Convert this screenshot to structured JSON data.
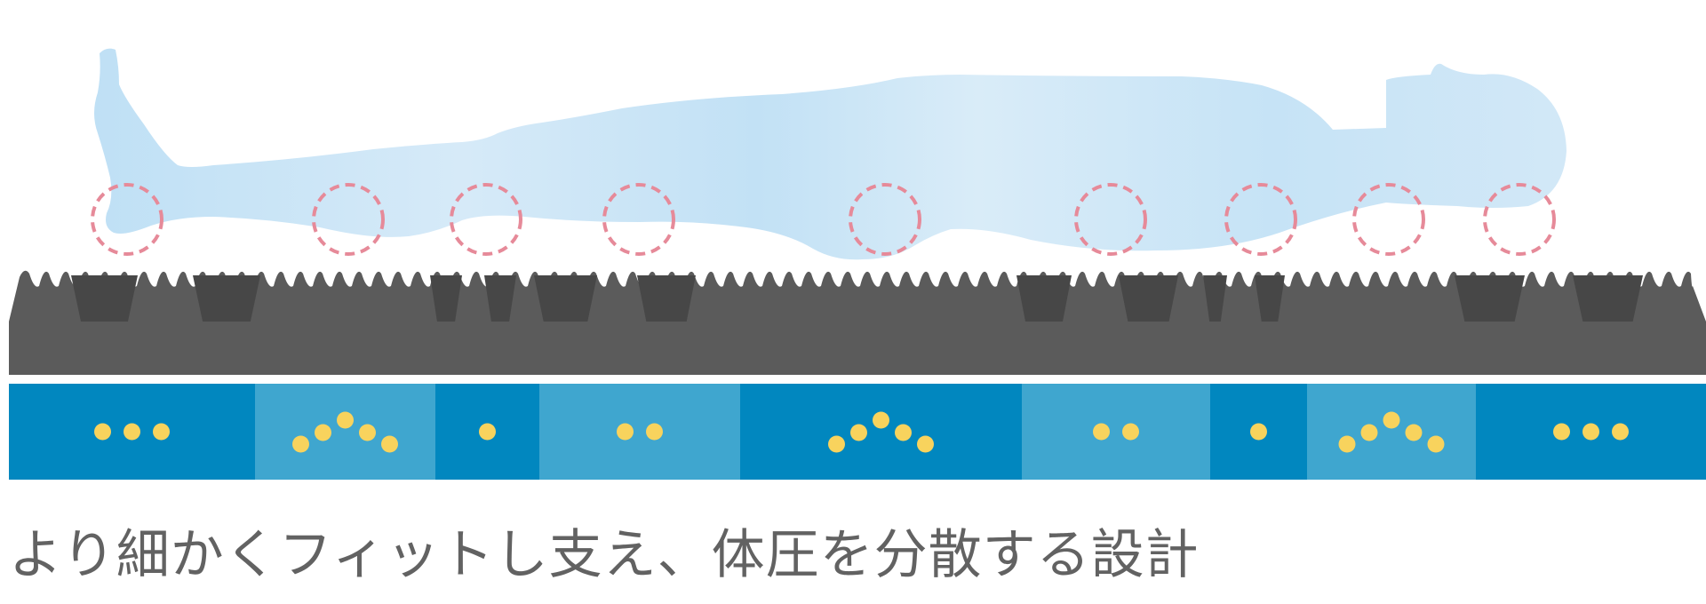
{
  "caption": "より細かくフィットし支え、体圧を分散する設計",
  "colors": {
    "background": "#ffffff",
    "body_silhouette": "#c9e4f6",
    "pressure_circle": "#e68a99",
    "foam_top": "#5b5b5b",
    "foam_notch": "#474747",
    "base_dark": "#0187bf",
    "base_light": "#3fa6cf",
    "spring_dot": "#f8d35d",
    "caption_text": "#626262"
  },
  "diagram": {
    "pressure_points": 9,
    "base_segments": [
      {
        "shade": "dark",
        "dots": 3,
        "arrangement": "row"
      },
      {
        "shade": "light",
        "dots": 5,
        "arrangement": "arch"
      },
      {
        "shade": "dark",
        "dots": 1,
        "arrangement": "row"
      },
      {
        "shade": "light",
        "dots": 2,
        "arrangement": "row"
      },
      {
        "shade": "dark",
        "dots": 5,
        "arrangement": "arch"
      },
      {
        "shade": "light",
        "dots": 2,
        "arrangement": "row"
      },
      {
        "shade": "dark",
        "dots": 1,
        "arrangement": "row"
      },
      {
        "shade": "light",
        "dots": 5,
        "arrangement": "arch"
      },
      {
        "shade": "dark",
        "dots": 3,
        "arrangement": "row"
      }
    ]
  }
}
